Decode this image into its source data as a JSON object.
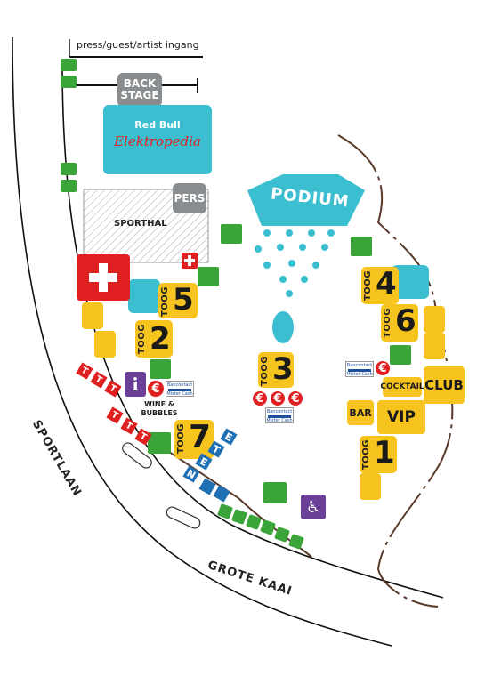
{
  "entrance": {
    "label": "press/guest/artist  ingang"
  },
  "backstage": {
    "label": "BACK STAGE"
  },
  "redbull": {
    "brand": "Red Bull",
    "name": "Elektropedia"
  },
  "pers": {
    "label": "PERS"
  },
  "sporthal": {
    "label": "SPORTHAL"
  },
  "podium": {
    "label": "PODIUM"
  },
  "toog": {
    "word": "TOOG",
    "t1": "1",
    "t2": "2",
    "t3": "3",
    "t4": "4",
    "t5": "5",
    "t6": "6",
    "t7": "7"
  },
  "wine": {
    "label": "WINE & BUBBLES"
  },
  "cocktail": {
    "label": "COCKTAIL"
  },
  "club": {
    "label": "CLUB"
  },
  "bar": {
    "label": "BAR"
  },
  "vip": {
    "label": "VIP"
  },
  "info": {
    "label": "i"
  },
  "euro": {
    "symbol": "€"
  },
  "bancontact": {
    "line1": "Bancontact",
    "line2": "Mister Cash"
  },
  "eten": {
    "letters": [
      "E",
      "T",
      "E",
      "N"
    ]
  },
  "streets": {
    "sportlaan": "SPORTLAAN",
    "grotekaai": "GROTE KAAI"
  },
  "colors": {
    "teal": "#3bbfd0",
    "yellow": "#f7c41f",
    "green": "#3aa33a",
    "red": "#e02020",
    "purple": "#6a3f98",
    "blue": "#1f6fb5",
    "grey": "#8a8d8f",
    "boundary": "#5a3a2a"
  }
}
